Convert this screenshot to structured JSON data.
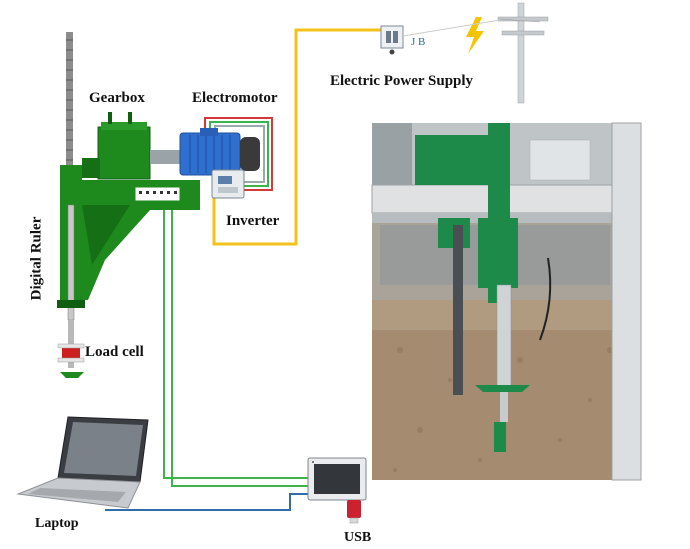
{
  "labels": {
    "gearbox": "Gearbox",
    "electromotor": "Electromotor",
    "electric_power_supply": "Electric Power Supply",
    "inverter": "Inverter",
    "digital_ruler": "Digital Ruler",
    "load_cell": "Load cell",
    "laptop": "Laptop",
    "usb": "USB",
    "jb": "J B"
  },
  "colors": {
    "frame_green": "#1e8a1e",
    "dark_green": "#0f5f12",
    "motor_blue": "#2f6fd0",
    "power_cable": "#f2c21a",
    "signal_cable": "#3bb54a",
    "usb_cable": "#2f6ea8",
    "lightning": "#f5c400",
    "loadcell_red": "#cc2020"
  },
  "icons": [
    "lightning-icon",
    "utility-pole-icon",
    "junction-box-icon",
    "usb-stick-icon",
    "laptop-icon",
    "display-unit-icon"
  ]
}
